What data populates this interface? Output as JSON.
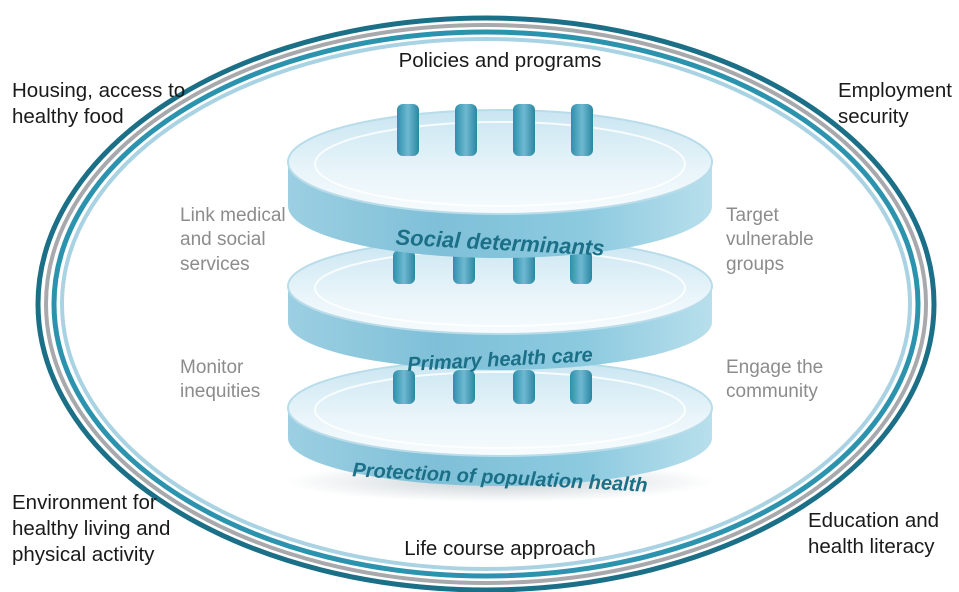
{
  "colors": {
    "ring_dark_teal": "#1b6f86",
    "ring_grey": "#a7a9ac",
    "ring_teal": "#2b93ad",
    "ring_light_blue": "#a9d3e3",
    "disc_side": "#7fc3da",
    "disc_top": "#dff0f7",
    "disc_label": "#1b6f86",
    "outer_text": "#1a1a1a",
    "inner_text": "#8c8c8c"
  },
  "outer_labels": {
    "top": "Policies and programs",
    "top_left": "Housing, access to\nhealthy food",
    "top_right": "Employment\nsecurity",
    "bottom_left": "Environment for\nhealthy living and\nphysical activity",
    "bottom": "Life course approach",
    "bottom_right": "Education and\nhealth literacy"
  },
  "inner_labels": {
    "upper_left": "Link medical\nand social\nservices",
    "upper_right": "Target\nvulnerable\ngroups",
    "lower_left": "Monitor\ninequities",
    "lower_right": "Engage the\ncommunity"
  },
  "discs": [
    {
      "label": "Social determinants"
    },
    {
      "label": "Primary health care"
    },
    {
      "label": "Protection of population health"
    }
  ]
}
